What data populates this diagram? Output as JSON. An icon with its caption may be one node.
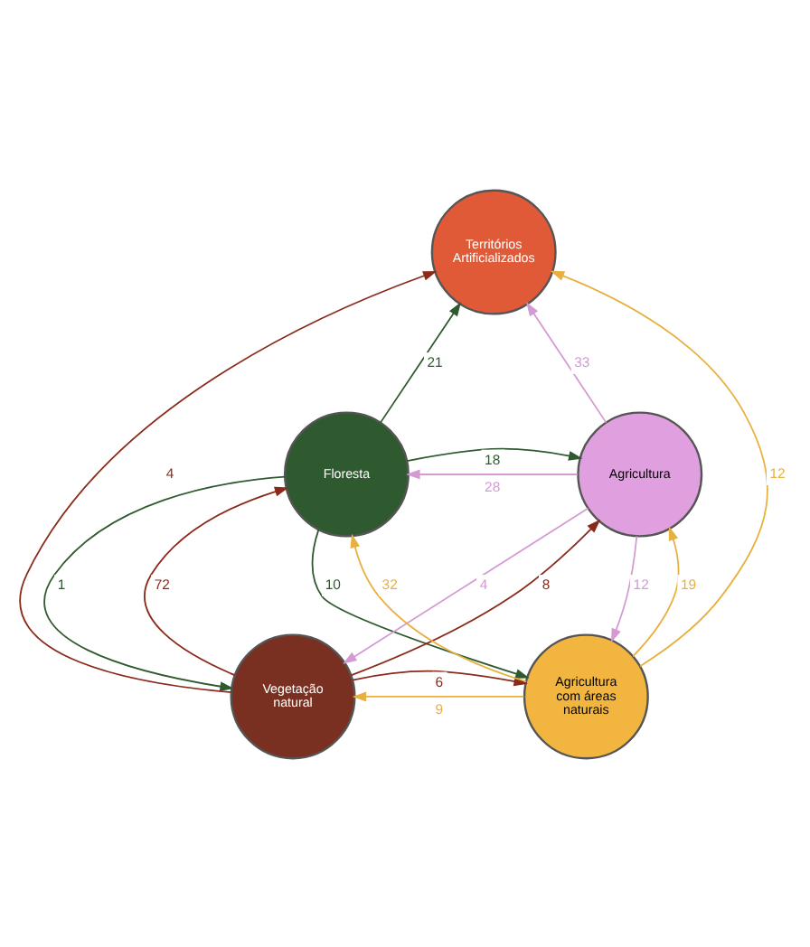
{
  "diagram": {
    "nodes": [
      {
        "text": [
          "Territórios Artificializados"
        ]
      },
      {
        "text": [
          "Floresta"
        ]
      },
      {
        "text": [
          "Agricultura"
        ]
      },
      {
        "text": [
          "Vegetação natural"
        ]
      },
      {
        "text": [
          "Agricultura com áreas naturais"
        ]
      }
    ],
    "edges": [
      {
        "from": 1,
        "to": 0,
        "arrow": "to",
        "label": "21",
        "color": "#2f5a2f"
      },
      {
        "from": 2,
        "to": 0,
        "arrow": "to",
        "label": "33",
        "color": "#d49ad4"
      },
      {
        "from": 2,
        "to": 1,
        "arrow": "to",
        "label": "28",
        "color": "#d49ad4"
      },
      {
        "from": 1,
        "to": 2,
        "arrow": "to",
        "label": "18",
        "color": "#2f5a2f"
      },
      {
        "from": 3,
        "to": 0,
        "arrow": "to",
        "label": "4",
        "color": "#8a2a1a"
      },
      {
        "from": 4,
        "to": 0,
        "arrow": "to",
        "label": "12",
        "color": "#e8b040"
      },
      {
        "from": 4,
        "to": 1,
        "arrow": "to",
        "label": "32",
        "color": "#e8b040"
      },
      {
        "from": 2,
        "to": 3,
        "arrow": "to",
        "label": "4",
        "color": "#d49ad4"
      },
      {
        "from": 1,
        "to": 3,
        "arrow": "to",
        "label": "1",
        "color": "#2f5a2f"
      },
      {
        "from": 3,
        "to": 1,
        "arrow": "to",
        "label": "72",
        "color": "#8a2a1a"
      },
      {
        "from": 1,
        "to": 4,
        "arrow": "to",
        "label": "10",
        "color": "#2f5a2f"
      },
      {
        "from": 3,
        "to": 2,
        "arrow": "to",
        "label": "8",
        "color": "#8a2a1a"
      },
      {
        "from": 2,
        "to": 4,
        "arrow": "to",
        "label": "12",
        "color": "#d49ad4"
      },
      {
        "from": 4,
        "to": 2,
        "arrow": "to",
        "label": "19",
        "color": "#e8b040"
      },
      {
        "from": 4,
        "to": 3,
        "arrow": "to",
        "label": "9",
        "color": "#e8b040"
      },
      {
        "from": 3,
        "to": 4,
        "arrow": "to",
        "label": "6",
        "color": "#8a2a1a"
      }
    ]
  }
}
